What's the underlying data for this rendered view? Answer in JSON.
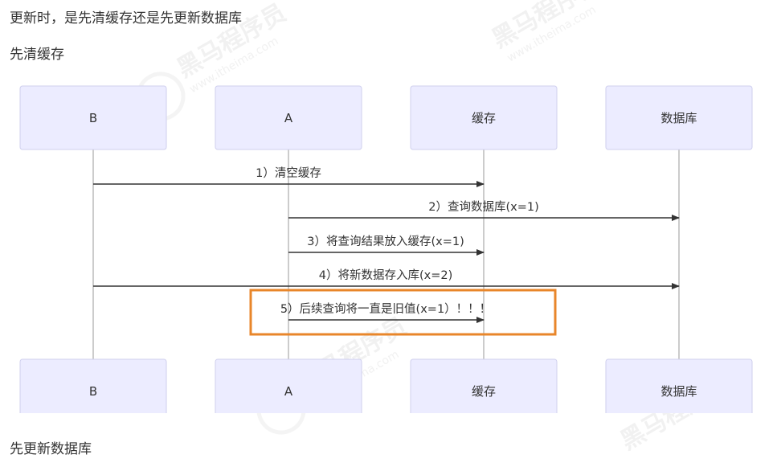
{
  "headings": {
    "top": "更新时，是先清缓存还是先更新数据库",
    "middle": "先清缓存",
    "bottom": "先更新数据库"
  },
  "actors": {
    "b": "B",
    "a": "A",
    "cache": "缓存",
    "db": "数据库"
  },
  "messages": [
    {
      "label": "1）清空缓存",
      "from": "B",
      "to": "缓存"
    },
    {
      "label": "2）查询数据库(x=1)",
      "from": "A",
      "to": "数据库"
    },
    {
      "label": "3）将查询结果放入缓存(x=1)",
      "from": "A",
      "to": "缓存"
    },
    {
      "label": "4）将新数据存入库(x=2)",
      "from": "B",
      "to": "数据库"
    },
    {
      "label": "5）后续查询将一直是旧值(x=1）！！！",
      "from": "A",
      "to": "缓存",
      "highlighted": true
    }
  ],
  "watermark": {
    "brand": "黑马程序员",
    "url": "www.itheima.com"
  },
  "colors": {
    "actor_fill": "#ececff",
    "actor_border": "#cfcfee",
    "highlight": "#e8862a"
  }
}
